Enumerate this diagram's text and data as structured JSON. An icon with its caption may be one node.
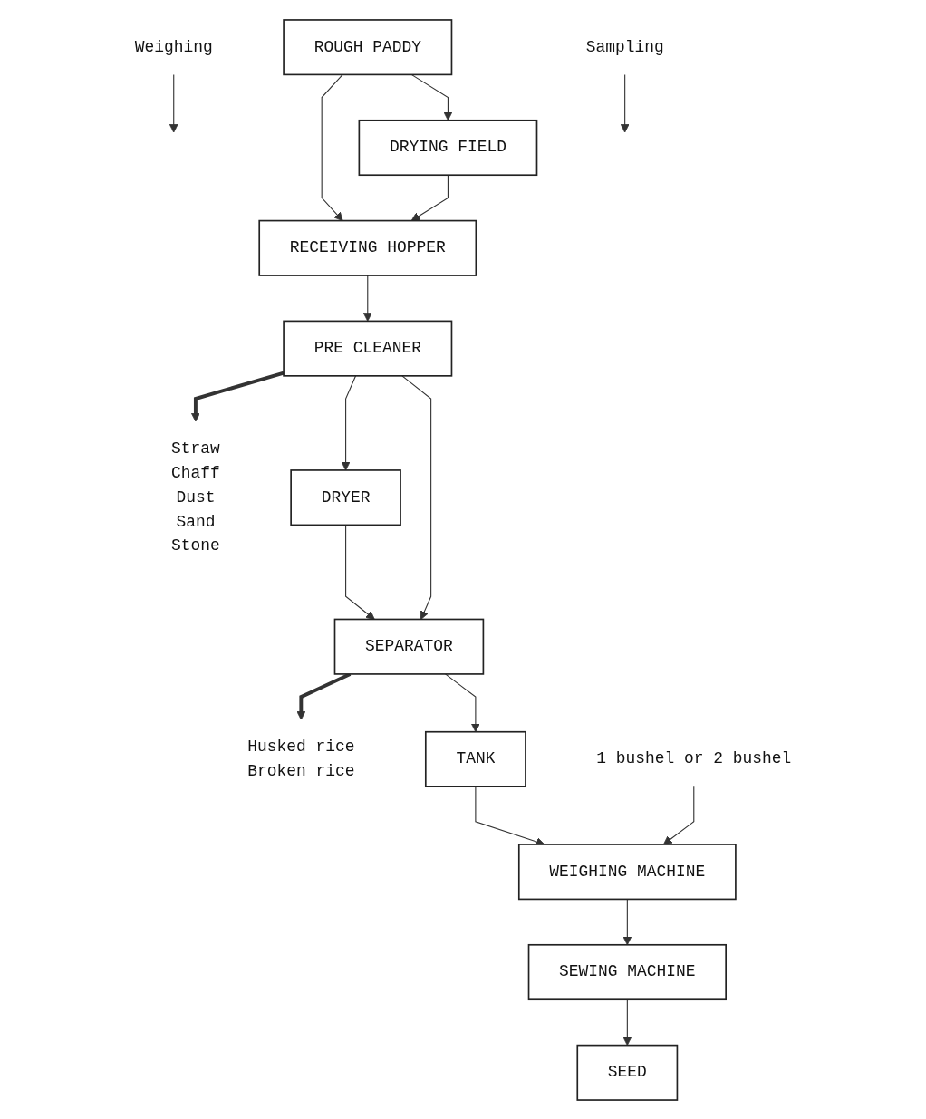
{
  "diagram": {
    "nodes": [
      {
        "text": [
          "ROUGH PADDY"
        ]
      },
      {
        "text": [
          "DRYING FIELD"
        ]
      },
      {
        "text": [
          "Weighing"
        ]
      },
      {
        "text": [
          "Sampling"
        ]
      },
      {
        "text": [
          "RECEIVING HOPPER"
        ]
      },
      {
        "text": [
          "Straw",
          "Chaff",
          "Dust",
          "Sand",
          "Stone"
        ]
      },
      {
        "text": [
          "PRE CLEANER"
        ]
      },
      {
        "text": [
          "DRYER"
        ]
      },
      {
        "text": [
          "Husked rice",
          "Broken rice"
        ]
      },
      {
        "text": [
          "SEPARATOR"
        ]
      },
      {
        "text": [
          "TANK"
        ]
      },
      {
        "text": [
          "WEIGHING MACHINE"
        ]
      },
      {
        "text": [
          "1 bushel or 2 bushel"
        ]
      },
      {
        "text": [
          "SEWING MACHINE"
        ]
      },
      {
        "text": [
          "SEED"
        ]
      }
    ],
    "edges": [
      {
        "from": 0,
        "to": 4,
        "arrow": "to"
      },
      {
        "from": 0,
        "to": 1,
        "arrow": "to"
      },
      {
        "from": 1,
        "to": 4,
        "arrow": "to"
      },
      {
        "from": 2,
        "to": null,
        "arrow": "to"
      },
      {
        "from": 3,
        "to": null,
        "arrow": "to"
      },
      {
        "from": 4,
        "to": 6,
        "arrow": "to"
      },
      {
        "from": 6,
        "to": 5,
        "arrow": "to",
        "style": "thick"
      },
      {
        "from": 6,
        "to": 7,
        "arrow": "to"
      },
      {
        "from": 7,
        "to": 9,
        "arrow": "to"
      },
      {
        "from": 6,
        "to": 9,
        "arrow": "to"
      },
      {
        "from": 9,
        "to": 8,
        "arrow": "to",
        "style": "thick"
      },
      {
        "from": 9,
        "to": 10,
        "arrow": "to"
      },
      {
        "from": 10,
        "to": 11,
        "arrow": "to"
      },
      {
        "from": 12,
        "to": 11,
        "arrow": "to"
      },
      {
        "from": 11,
        "to": 13,
        "arrow": "to"
      },
      {
        "from": 13,
        "to": 14,
        "arrow": "to"
      }
    ]
  }
}
